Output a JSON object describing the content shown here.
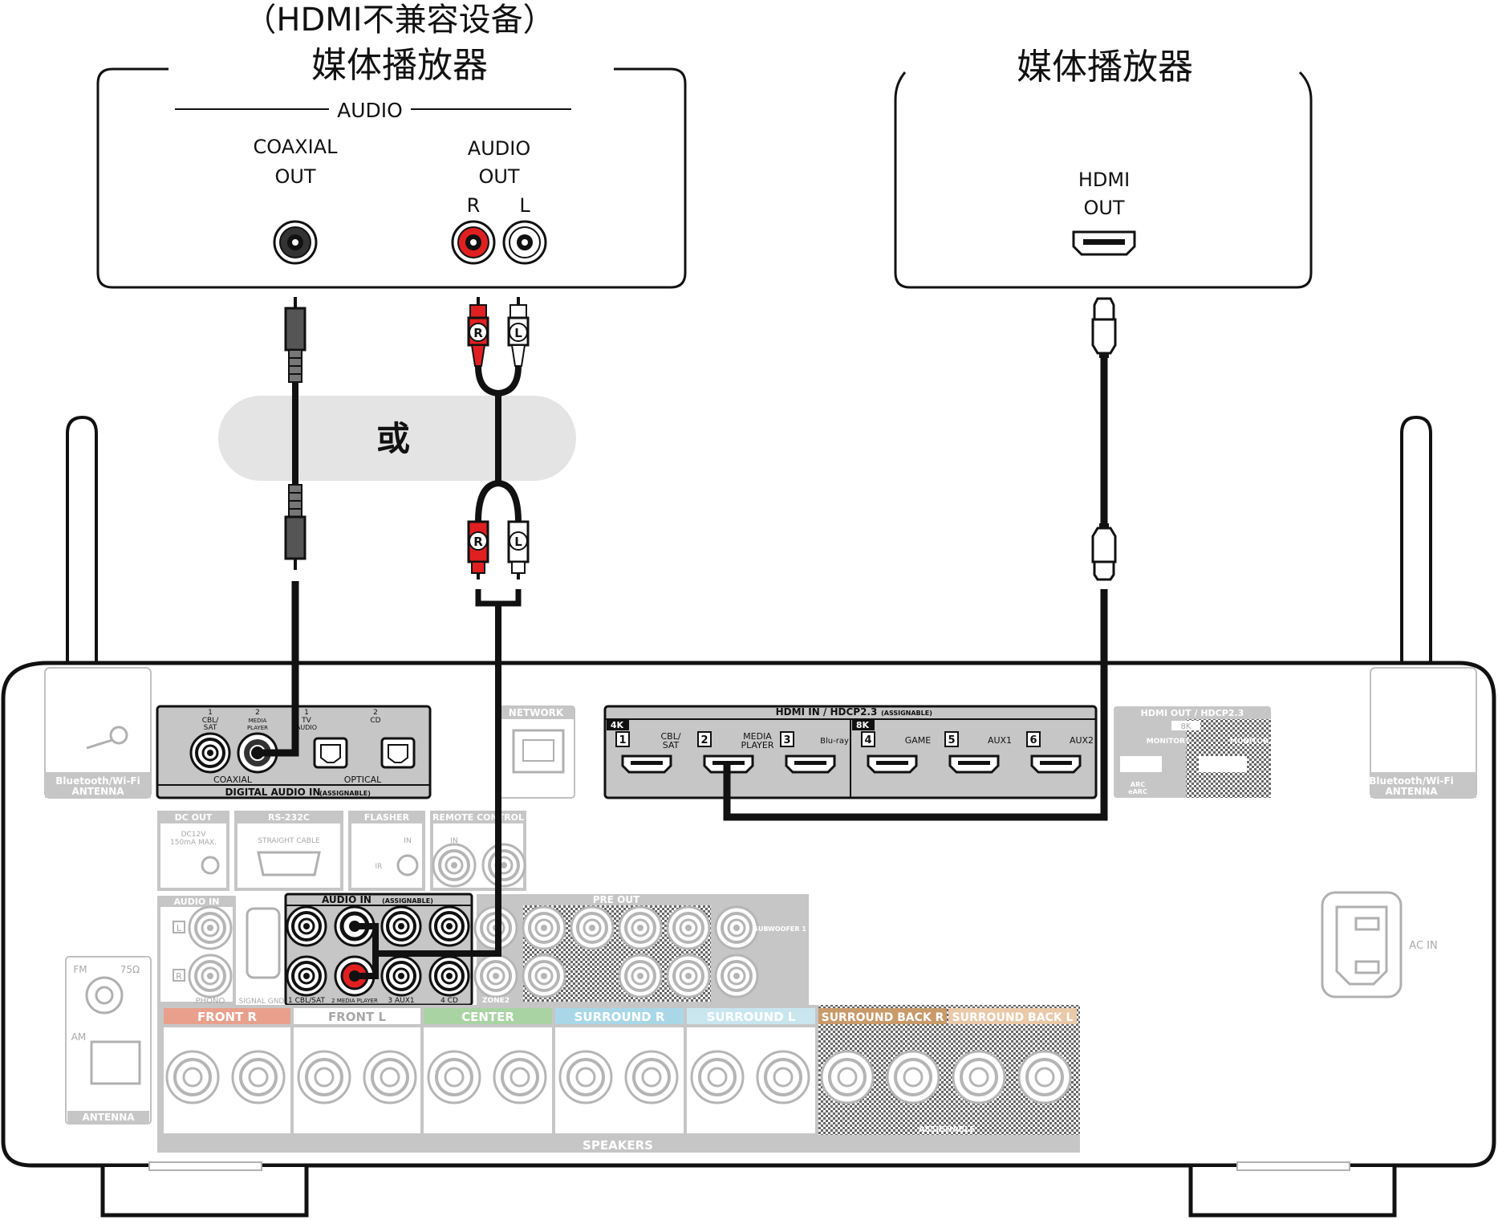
{
  "left_device": {
    "title_line1": "（HDMI不兼容设备）",
    "title_line2": "媒体播放器",
    "audio_group_label": "AUDIO",
    "coaxial_label_line1": "COAXIAL",
    "coaxial_label_line2": "OUT",
    "audio_out_label_line1": "AUDIO",
    "audio_out_label_line2": "OUT",
    "right_channel": "R",
    "left_channel": "L"
  },
  "right_device": {
    "title": "媒体播放器",
    "hdmi_label_line1": "HDMI",
    "hdmi_label_line2": "OUT"
  },
  "or_label": "或",
  "plug_labels": {
    "r": "R",
    "l": "L"
  },
  "receiver": {
    "bt_antenna_left": [
      "Bluetooth/Wi-Fi",
      "ANTENNA"
    ],
    "bt_antenna_right": [
      "Bluetooth/Wi-Fi",
      "ANTENNA"
    ],
    "digital_audio_in": {
      "title": "DIGITAL AUDIO IN",
      "assignable": "(ASSIGNABLE)",
      "coaxial": "COAXIAL",
      "optical": "OPTICAL",
      "port1": [
        "1",
        "CBL/",
        "SAT"
      ],
      "port2": [
        "2",
        "MEDIA",
        "PLAYER"
      ],
      "port3": [
        "1",
        "TV",
        "AUDIO"
      ],
      "port4": [
        "2",
        "CD"
      ]
    },
    "network": "NETWORK",
    "hdmi_in": {
      "title": "HDMI IN / HDCP2.3",
      "assignable": "(ASSIGNABLE)",
      "badge_4k": "4K",
      "badge_8k": "8K",
      "ports": [
        {
          "num": "1",
          "label": "CBL/\nSAT"
        },
        {
          "num": "2",
          "label": "MEDIA\nPLAYER"
        },
        {
          "num": "3",
          "label": "Blu-ray"
        },
        {
          "num": "4",
          "label": "GAME"
        },
        {
          "num": "5",
          "label": "AUX1"
        },
        {
          "num": "6",
          "label": "AUX2"
        }
      ]
    },
    "hdmi_out": {
      "title": "HDMI OUT / HDCP2.3",
      "badge": "8K",
      "monitor1": "MONITOR1",
      "monitor2": "MONITOR2",
      "arc": [
        "ARC",
        "eARC"
      ]
    },
    "dc_out": {
      "title": "DC OUT",
      "spec": [
        "DC12V",
        "150mA MAX."
      ]
    },
    "rs232c": {
      "title": "RS-232C",
      "cable": "STRAIGHT CABLE"
    },
    "flasher": {
      "title": "FLASHER",
      "in": "IN",
      "ir": "IR"
    },
    "remote_control": {
      "title": "REMOTE CONTROL",
      "in": "IN"
    },
    "audio_in_left": {
      "title": "AUDIO IN",
      "l": "L",
      "r": "R",
      "phono": "PHONO",
      "signal_gnd": "SIGNAL GND"
    },
    "audio_in_assignable": {
      "title": "AUDIO IN",
      "assignable": "(ASSIGNABLE)",
      "labels": [
        "1 CBL/SAT",
        "2 MEDIA PLAYER",
        "3 AUX1",
        "4 CD"
      ]
    },
    "pre_out": {
      "title": "PRE OUT",
      "subwoofer": "SUBWOOFER 1",
      "zone2": "ZONE2"
    },
    "antenna": {
      "fm": "FM",
      "ohm": "75Ω",
      "am": "AM",
      "title": "ANTENNA"
    },
    "speakers": {
      "title": "SPEAKERS",
      "assignable": "ASSIGNABLE",
      "groups": [
        {
          "label": "FRONT R",
          "color": "#e8a08c"
        },
        {
          "label": "FRONT L",
          "color": "#ffffff"
        },
        {
          "label": "CENTER",
          "color": "#a9d3a3"
        },
        {
          "label": "SURROUND R",
          "color": "#a8d8e8"
        },
        {
          "label": "SURROUND L",
          "color": "#c9e6ef"
        },
        {
          "label": "SURROUND BACK R",
          "color": "#c99a6a"
        },
        {
          "label": "SURROUND BACK L",
          "color": "#e9c9a8"
        }
      ]
    },
    "ac_in": "AC IN"
  },
  "colors": {
    "red_jack": "#e02020",
    "cable": "#111111",
    "panel_gray": "#c8c8c8",
    "or_bubble": "#e4e4e4"
  }
}
